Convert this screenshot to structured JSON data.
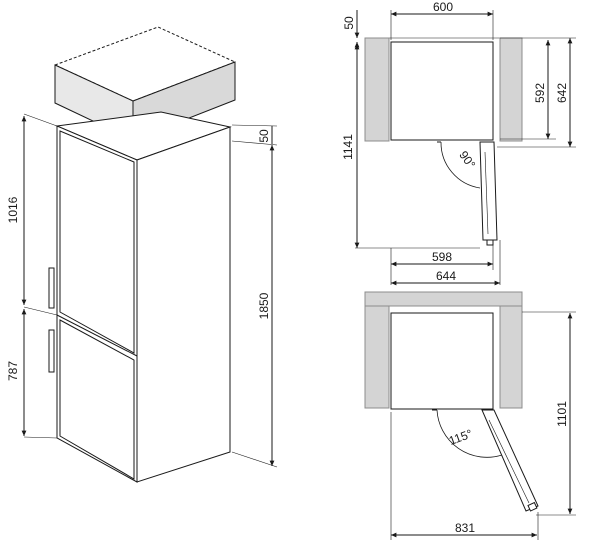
{
  "perspective_view": {
    "fridge_height": "1016",
    "freezer_height": "787",
    "total_height": "1850",
    "top_clearance": "50"
  },
  "plan_view_90": {
    "niche_width": "600",
    "rear_gap": "50",
    "body_depth": "592",
    "depth_with_door": "642",
    "depth_door_open": "1141",
    "body_width": "598",
    "width_door_open": "644",
    "opening_angle": "90°"
  },
  "plan_view_115": {
    "depth_door_open": "1101",
    "width_door_open": "831",
    "opening_angle": "115°"
  },
  "colors": {
    "line": "#1a1a1a",
    "wall": "#d4d4d4",
    "wall_edge": "#8c8c8c"
  }
}
